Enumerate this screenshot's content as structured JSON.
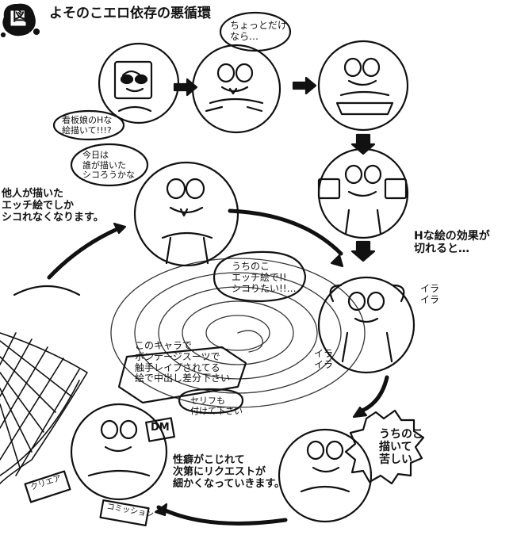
{
  "title": "よそのこエロ依存の悪循環",
  "badge": "図",
  "bubbles": {
    "chotto": "ちょっとだけ\nなら…",
    "kanban": "看板娘のHな\n絵描いて!!!?",
    "kyouwa": "今日は\n誰が描いた\nシコろうかな",
    "tanin": "他人が描いた\nエッチ絵でしか\nシコれなくなります。",
    "hna": "Hな絵の効果が\n切れると…",
    "uchino": "うちのこ\nエッチ絵で!!\nシコりたい!!…",
    "ira1": "イラ\nイラ",
    "ira2": "イラ\nイラ",
    "request": "このキャラで\nボンテージスーツで\n触手レイプされてる\n絵で中出し差分下さい",
    "serifu": "セリフも\n付けて下さい",
    "dm": "DM",
    "uchino2": "うちのこ\n描いて\n苦しい",
    "seiheki": "性癖がこじれて\n次第にリクエストが\n細かくなっていきます。",
    "kuriea": "クリエア",
    "komission": "コミッション"
  }
}
